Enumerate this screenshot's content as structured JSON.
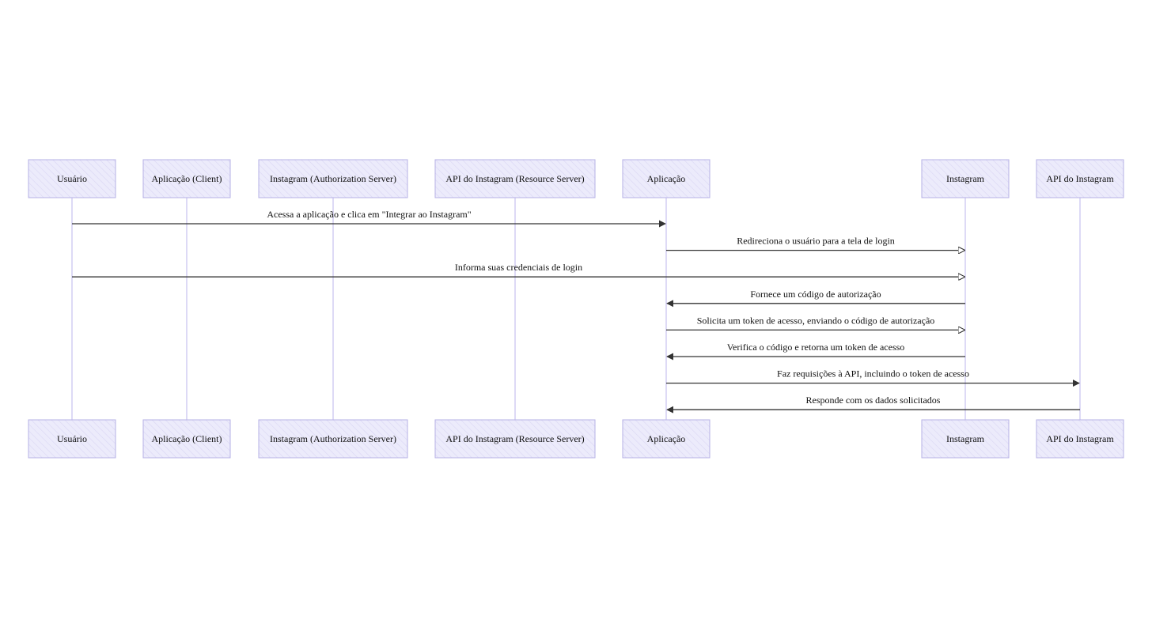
{
  "diagram": {
    "type": "sequence",
    "colors": {
      "actor_fill": "#ecebfb",
      "actor_stroke": "#b6b0e6",
      "actor_hatch": "#d9d6f3",
      "lifeline": "#cbc6f0",
      "message_line": "#333333",
      "text": "#111111"
    },
    "participants": [
      {
        "id": "usuario",
        "label": "Usuário"
      },
      {
        "id": "aplicacao_client",
        "label": "Aplicação (Client)"
      },
      {
        "id": "instagram_auth",
        "label": "Instagram (Authorization Server)"
      },
      {
        "id": "api_resource",
        "label": "API do Instagram (Resource Server)"
      },
      {
        "id": "aplicacao",
        "label": "Aplicação"
      },
      {
        "id": "instagram",
        "label": "Instagram"
      },
      {
        "id": "api_instagram",
        "label": "API do Instagram"
      }
    ],
    "messages": [
      {
        "from": "usuario",
        "to": "aplicacao",
        "label": "Acessa a aplicação e clica em \"Integrar ao Instagram\"",
        "arrow": "filled"
      },
      {
        "from": "aplicacao",
        "to": "instagram",
        "label": "Redireciona o usuário para a tela de login",
        "arrow": "open"
      },
      {
        "from": "usuario",
        "to": "instagram",
        "label": "Informa suas credenciais de login",
        "arrow": "open"
      },
      {
        "from": "instagram",
        "to": "aplicacao",
        "label": "Fornece um código de autorização",
        "arrow": "filled"
      },
      {
        "from": "aplicacao",
        "to": "instagram",
        "label": "Solicita um token de acesso, enviando o código de autorização",
        "arrow": "open"
      },
      {
        "from": "instagram",
        "to": "aplicacao",
        "label": "Verifica o código e retorna um token de acesso",
        "arrow": "filled"
      },
      {
        "from": "aplicacao",
        "to": "api_instagram",
        "label": "Faz requisições à API, incluindo o token de acesso",
        "arrow": "filled"
      },
      {
        "from": "api_instagram",
        "to": "aplicacao",
        "label": "Responde com os dados solicitados",
        "arrow": "filled"
      }
    ]
  }
}
